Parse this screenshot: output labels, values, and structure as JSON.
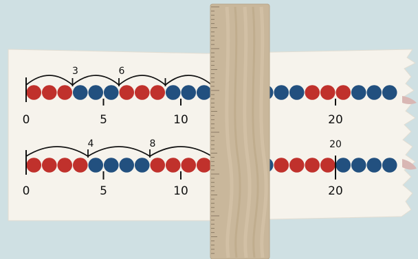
{
  "colors": {
    "background": "#cfe0e3",
    "paper": "#f6f3ec",
    "red_bead": "#c0312c",
    "blue_bead": "#22507f",
    "ruler": "#c9b79b",
    "ruler_ticks": "#8a7a64",
    "line": "#111111"
  },
  "number_lines": [
    {
      "beads_per_group": 3,
      "bead_pattern": [
        "red",
        "blue"
      ],
      "axis_labels": [
        "0",
        "5",
        "10",
        "20"
      ],
      "axis_label_values": [
        0,
        5,
        10,
        20
      ],
      "jump_values": [
        3,
        6,
        9,
        12
      ],
      "jump_labels": [
        "3",
        "6"
      ],
      "jump_label_values": [
        3,
        6
      ],
      "marker_value": null,
      "marker_label": ""
    },
    {
      "beads_per_group": 4,
      "bead_pattern": [
        "red",
        "blue"
      ],
      "axis_labels": [
        "0",
        "5",
        "10",
        "20"
      ],
      "axis_label_values": [
        0,
        5,
        10,
        20
      ],
      "jump_values": [
        4,
        8,
        12
      ],
      "jump_labels": [
        "4",
        "8"
      ],
      "jump_label_values": [
        4,
        8
      ],
      "marker_value": 20,
      "marker_label": "20"
    }
  ],
  "ruler": {
    "tick_count": 60
  }
}
